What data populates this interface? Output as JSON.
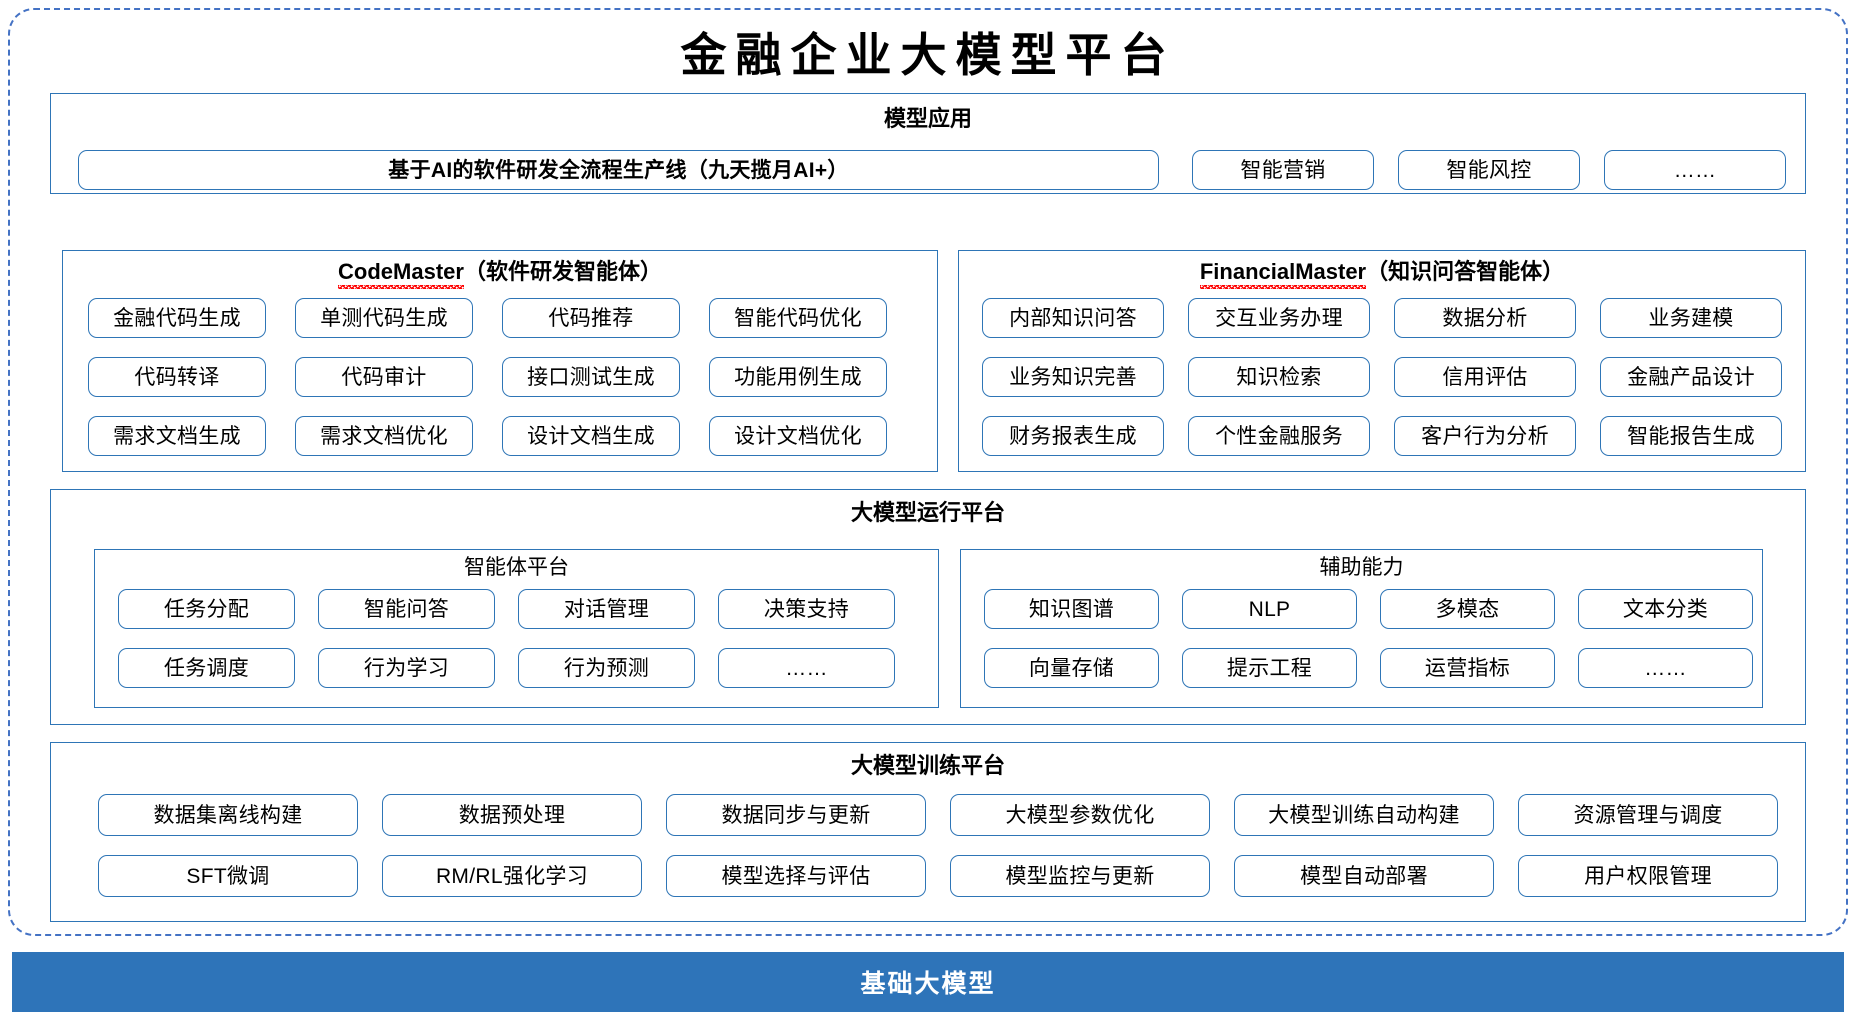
{
  "title": "金融企业大模型平台",
  "sections": {
    "model_application": {
      "title": "模型应用",
      "items": [
        {
          "label": "基于AI的软件研发全流程生产线（九天揽月AI+）",
          "style": "wide-bold"
        },
        {
          "label": "智能营销",
          "style": "chip"
        },
        {
          "label": "智能风控",
          "style": "chip"
        },
        {
          "label": "……",
          "style": "chip"
        }
      ]
    },
    "code_master": {
      "title_en": "CodeMaster",
      "title_cn": "（软件研发智能体）",
      "spellcheck_underline": true,
      "items": [
        "金融代码生成",
        "单测代码生成",
        "代码推荐",
        "智能代码优化",
        "代码转译",
        "代码审计",
        "接口测试生成",
        "功能用例生成",
        "需求文档生成",
        "需求文档优化",
        "设计文档生成",
        "设计文档优化"
      ]
    },
    "financial_master": {
      "title_en": "FinancialMaster",
      "title_cn": "（知识问答智能体）",
      "spellcheck_underline": true,
      "items": [
        "内部知识问答",
        "交互业务办理",
        "数据分析",
        "业务建模",
        "业务知识完善",
        "知识检索",
        "信用评估",
        "金融产品设计",
        "财务报表生成",
        "个性金融服务",
        "客户行为分析",
        "智能报告生成"
      ]
    },
    "runtime_platform": {
      "title": "大模型运行平台",
      "agent_platform": {
        "title": "智能体平台",
        "items": [
          "任务分配",
          "智能问答",
          "对话管理",
          "决策支持",
          "任务调度",
          "行为学习",
          "行为预测",
          "……"
        ]
      },
      "auxiliary_capability": {
        "title": "辅助能力",
        "items": [
          "知识图谱",
          "NLP",
          "多模态",
          "文本分类",
          "向量存储",
          "提示工程",
          "运营指标",
          "……"
        ]
      }
    },
    "training_platform": {
      "title": "大模型训练平台",
      "items": [
        "数据集离线构建",
        "数据预处理",
        "数据同步与更新",
        "大模型参数优化",
        "大模型训练自动构建",
        "资源管理与调度",
        "SFT微调",
        "RM/RL强化学习",
        "模型选择与评估",
        "模型监控与更新",
        "模型自动部署",
        "用户权限管理"
      ]
    },
    "foundation": {
      "label": "基础大模型"
    }
  },
  "colors": {
    "outer_frame": "#4472C4",
    "panel_border": "#2E75B6",
    "chip_border": "#2E75B6",
    "base_bar": "#2E74B9",
    "base_bar_text": "#FFFFFF",
    "spellcheck": "#FF0000",
    "text": "#000000"
  }
}
